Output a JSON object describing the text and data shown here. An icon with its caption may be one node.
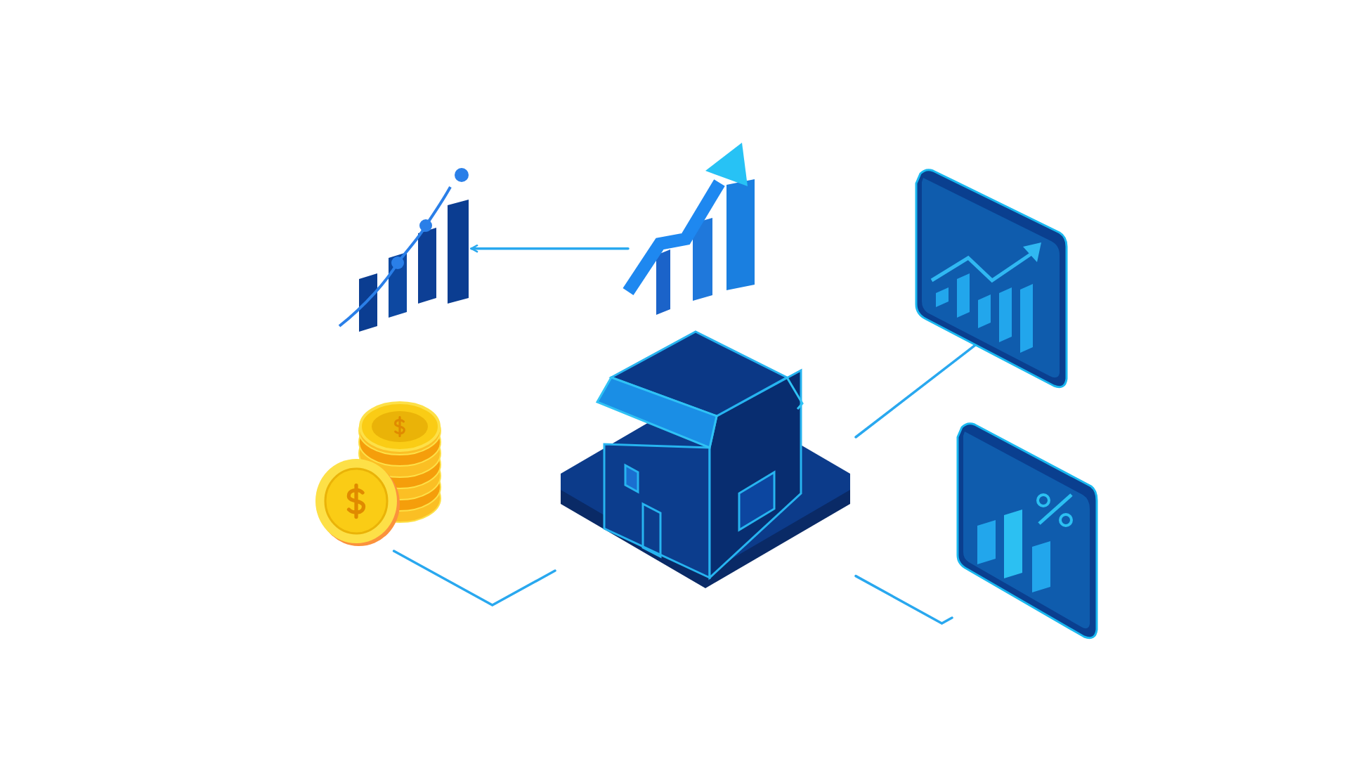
{
  "diagram": {
    "nodes": [
      {
        "text": [],
        "shape": "picture"
      },
      {
        "text": [],
        "shape": "picture"
      },
      {
        "text": [],
        "shape": "picture"
      },
      {
        "text": [],
        "shape": "picture"
      },
      {
        "text": [],
        "shape": "picture"
      },
      {
        "text": [],
        "shape": "picture"
      }
    ],
    "edges": [
      {
        "from": 1,
        "to": 0,
        "arrow": "to"
      },
      {
        "from": 4,
        "to": 3,
        "arrow": "none"
      },
      {
        "from": 3,
        "to": 2,
        "arrow": "none"
      },
      {
        "from": 3,
        "to": 5,
        "arrow": "none"
      }
    ]
  }
}
